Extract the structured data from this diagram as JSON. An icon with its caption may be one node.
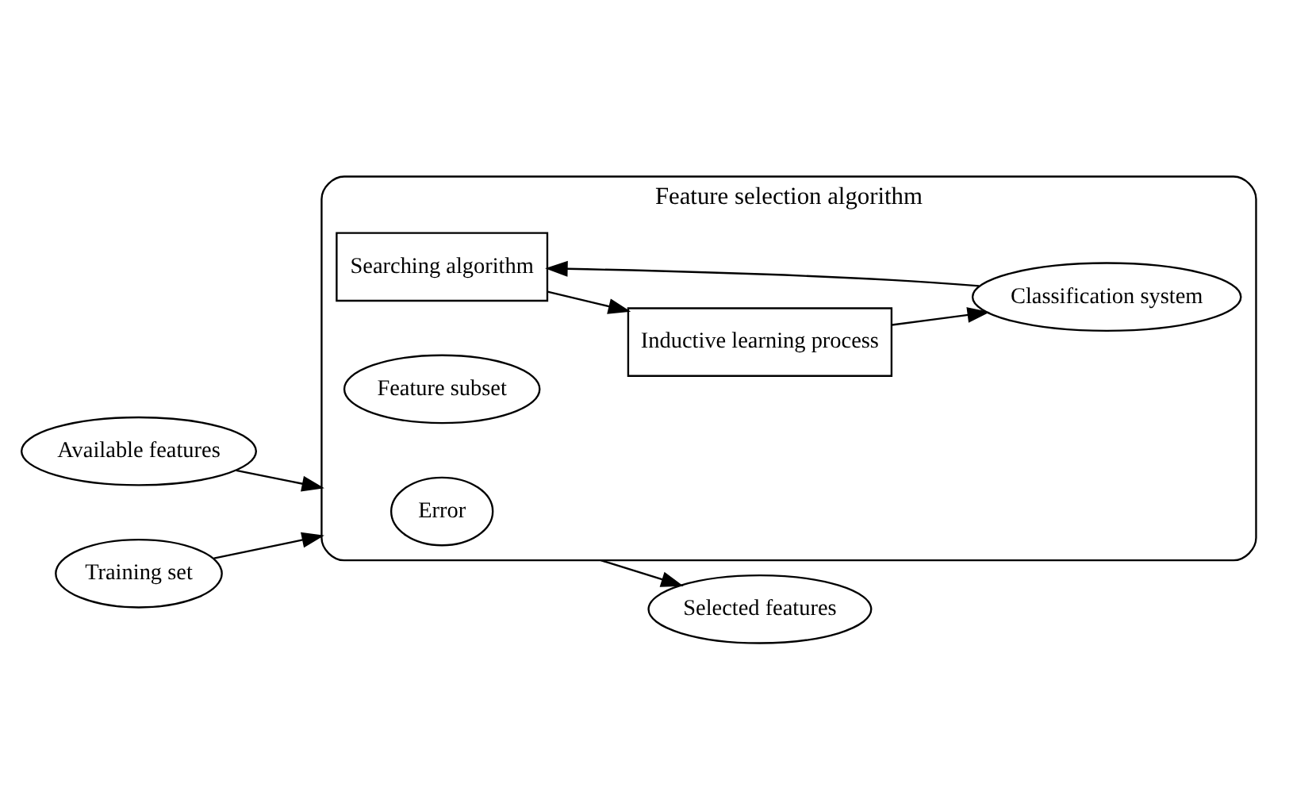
{
  "diagram": {
    "nodes": [
      {
        "text": [
          "Feature selection algorithm"
        ]
      },
      {
        "text": [
          "Searching algorithm"
        ],
        "in": 0
      },
      {
        "text": [
          "Feature subset"
        ],
        "in": 0
      },
      {
        "text": [
          "Error"
        ],
        "in": 0
      },
      {
        "text": [
          "Inductive learning process"
        ],
        "in": 0
      },
      {
        "text": [
          "Classification system"
        ],
        "in": 0
      },
      {
        "text": [
          "Available features"
        ]
      },
      {
        "text": [
          "Training set"
        ]
      },
      {
        "text": [
          "Selected features"
        ]
      }
    ],
    "edges": [
      {
        "from": 6,
        "to": 0,
        "arrow": "to"
      },
      {
        "from": 7,
        "to": 0,
        "arrow": "to"
      },
      {
        "from": 1,
        "to": 4,
        "arrow": "to"
      },
      {
        "from": 4,
        "to": 5,
        "arrow": "to"
      },
      {
        "from": 5,
        "to": 1,
        "arrow": "to"
      },
      {
        "from": 0,
        "to": 8,
        "arrow": "to"
      }
    ]
  }
}
